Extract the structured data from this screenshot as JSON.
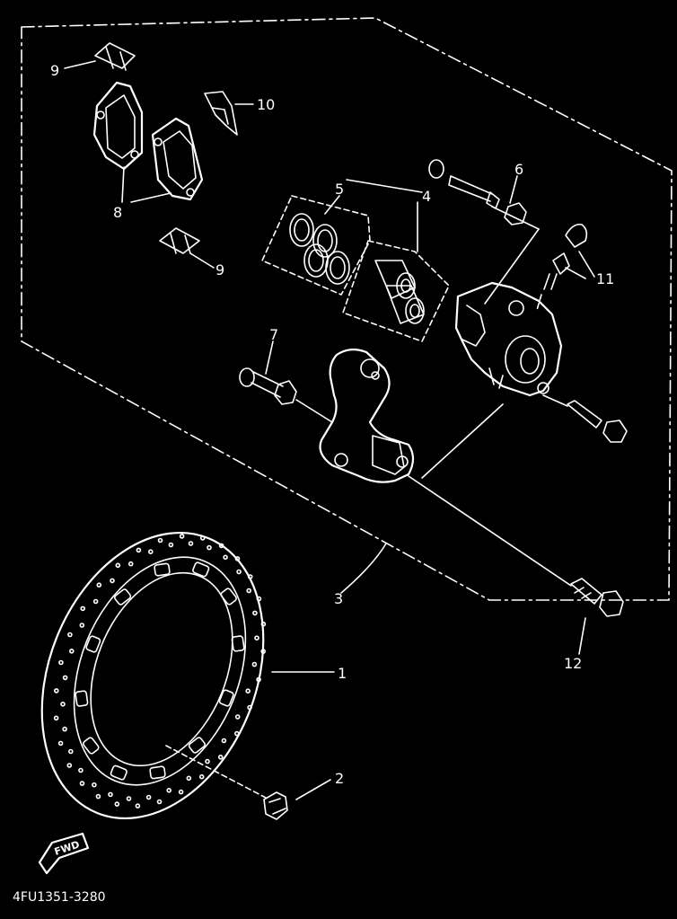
{
  "callouts": [
    {
      "id": "1",
      "text": "1"
    },
    {
      "id": "2",
      "text": "2"
    },
    {
      "id": "3",
      "text": "3"
    },
    {
      "id": "4",
      "text": "4"
    },
    {
      "id": "5",
      "text": "5"
    },
    {
      "id": "6",
      "text": "6"
    },
    {
      "id": "7",
      "text": "7"
    },
    {
      "id": "8",
      "text": "8"
    },
    {
      "id": "9a",
      "text": "9"
    },
    {
      "id": "9b",
      "text": "9"
    },
    {
      "id": "10",
      "text": "10"
    },
    {
      "id": "11",
      "text": "11"
    },
    {
      "id": "12",
      "text": "12"
    }
  ],
  "diagram_code": "4FU1351-3280",
  "direction_marker": "FWD",
  "colors": {
    "background": "#000000",
    "line": "#ffffff"
  }
}
